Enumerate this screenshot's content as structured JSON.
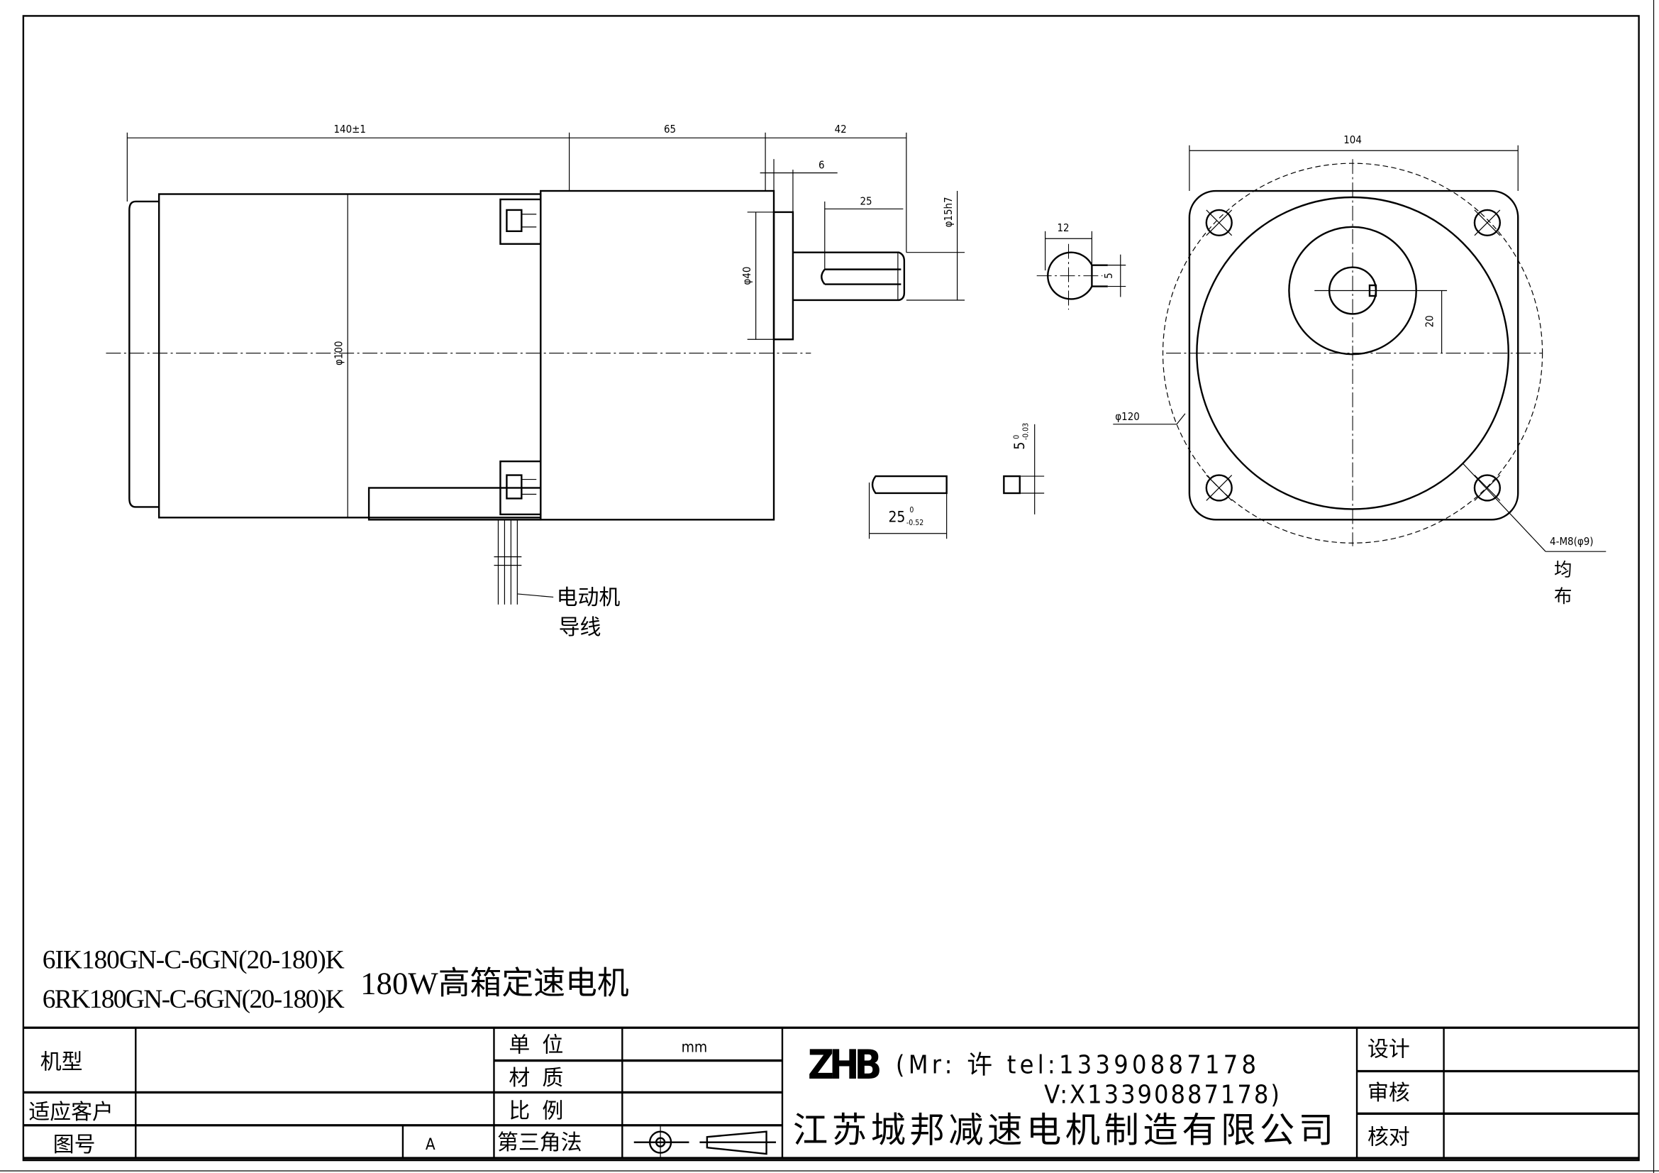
{
  "drawing": {
    "dimensions": {
      "overall_motor_length": "140±1",
      "gearbox_length": "65",
      "shaft_length": "42",
      "flange_thickness": "6",
      "key_length_on_shaft": "25",
      "shaft_diameter": "φ15h7",
      "flange_diameter": "φ40",
      "motor_diameter": "φ100",
      "section_width": "12",
      "keyway_width": "5",
      "key_length": "25",
      "key_length_tol_upper": "0",
      "key_length_tol_lower": "-0.52",
      "key_width": "5",
      "key_width_tol_upper": "0",
      "key_width_tol_lower": "-0.03",
      "square_size": "104",
      "shaft_offset": "20",
      "bolt_circle": "φ120",
      "mounting_holes": "4-M8(φ9)",
      "holes_note_1": "均",
      "holes_note_2": "布"
    },
    "lead_label_1": "电动机",
    "lead_label_2": "导线"
  },
  "models": {
    "model_1": "6IK180GN-C-6GN(20-180)K",
    "model_2": "6RK180GN-C-6GN(20-180)K",
    "title": "180W高箱定速电机"
  },
  "title_block": {
    "machine_type_label": "机型",
    "customer_label": "适应客户",
    "drawing_no_label": "图号",
    "revision": "A",
    "unit_label": "单  位",
    "unit_value": "mm",
    "material_label": "材  质",
    "scale_label": "比  例",
    "projection_label": "第三角法",
    "brand": "ZHB",
    "contact_line_1": "(Mr: 许 tel:13390887178",
    "contact_line_2": "V:X13390887178)",
    "company": "江苏城邦减速电机制造有限公司",
    "design_label": "设计",
    "review_label": "审核",
    "check_label": "核对"
  }
}
